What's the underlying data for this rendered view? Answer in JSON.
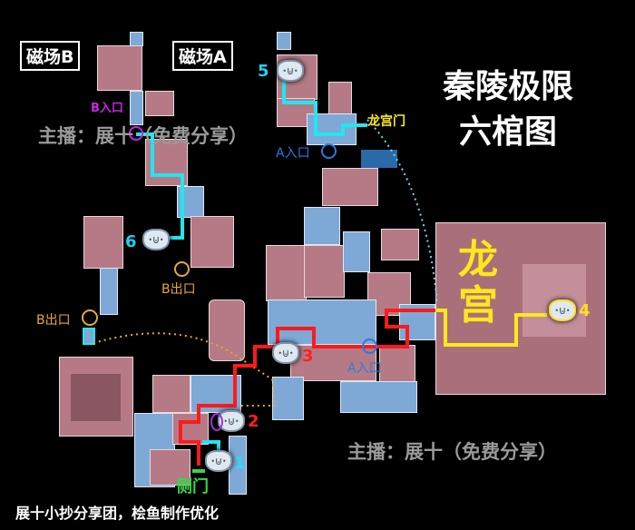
{
  "labels": {
    "field_b": "磁场B",
    "field_a": "磁场A",
    "title_line1": "秦陵极限",
    "title_line2": "六棺图",
    "watermark_top": "主播：展十（免费分享）",
    "watermark_bottom": "主播：展十（免费分享）",
    "b_entrance": "B入口",
    "dragon_gate": "龙宫门",
    "a_entrance_top": "A入口",
    "b_exit_1": "B出口",
    "b_exit_2": "B出口",
    "a_entrance_bottom": "A入口",
    "dragon_palace": "龙宫",
    "side_door": "侧门",
    "credit": "展十小抄分享团，桧鱼制作优化"
  },
  "coffins": [
    {
      "number": "1",
      "color": "#22e0ee"
    },
    {
      "number": "2",
      "color": "#ff2020"
    },
    {
      "number": "3",
      "color": "#ff2020"
    },
    {
      "number": "4",
      "color": "#ffe020"
    },
    {
      "number": "5",
      "color": "#22d0ee"
    },
    {
      "number": "6",
      "color": "#22d0ee"
    }
  ],
  "colors": {
    "route_red": "#ff1a1a",
    "route_cyan": "#22e6f0",
    "route_yellow": "#ffe81a",
    "room_pink": "#b57a86",
    "corridor_blue": "#7ea9d6",
    "exit_orange": "#e8a830",
    "entrance_blue": "#2a7ae0",
    "side_door_green": "#35d94a",
    "b_entrance_magenta": "#c828e0"
  }
}
